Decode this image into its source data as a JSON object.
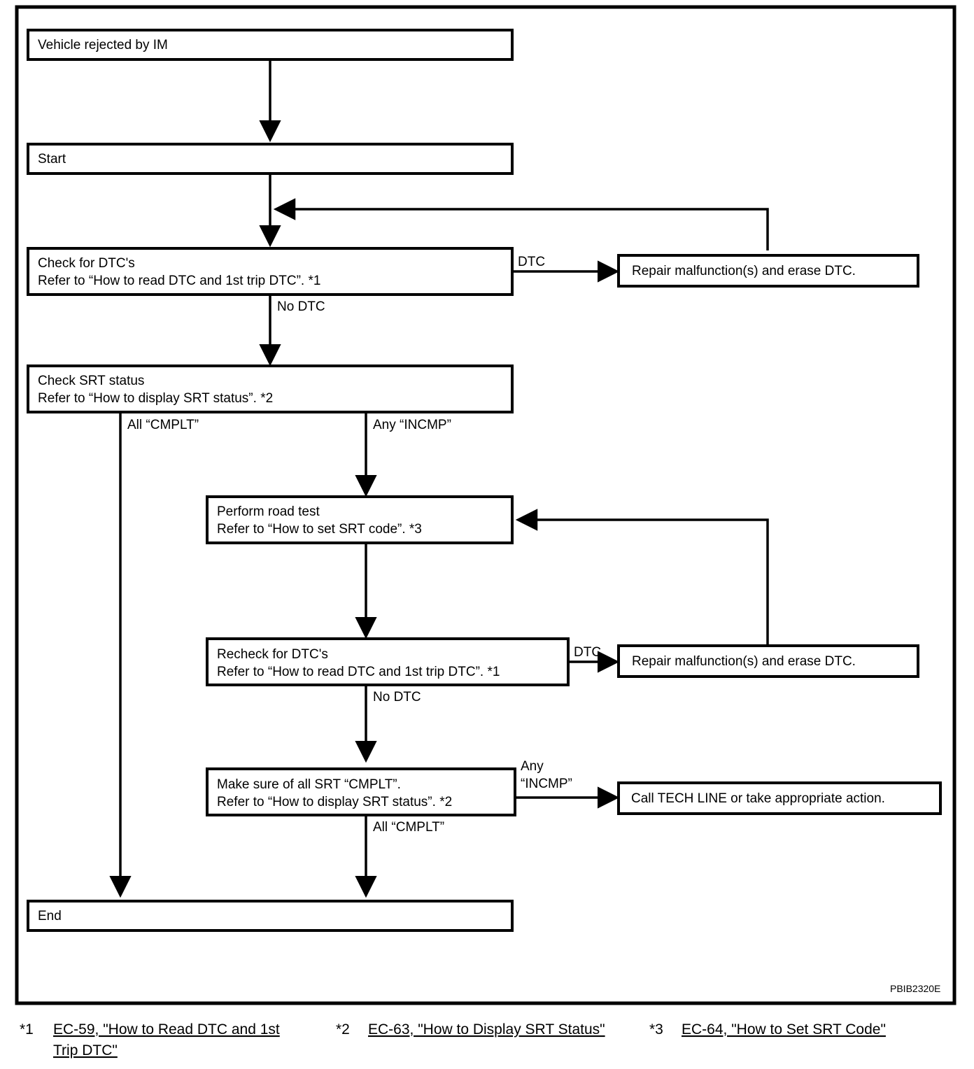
{
  "figure": {
    "code": "PBIB2320E",
    "type": "flowchart",
    "title": "Vehicle rejected by IM diagnostic flow"
  },
  "nodes": {
    "vehicle_rejected": {
      "lines": [
        "Vehicle rejected by IM"
      ]
    },
    "start": {
      "lines": [
        "Start"
      ]
    },
    "check_dtc": {
      "lines": [
        "Check for DTC's",
        "Refer to “How to read DTC and 1st trip DTC”. *1"
      ]
    },
    "repair_1": {
      "lines": [
        "Repair malfunction(s) and erase DTC."
      ]
    },
    "check_srt": {
      "lines": [
        "Check SRT status",
        "Refer to “How to display SRT status”. *2"
      ]
    },
    "road_test": {
      "lines": [
        "Perform road test",
        "Refer to “How to set SRT code”. *3"
      ]
    },
    "recheck_dtc": {
      "lines": [
        "Recheck for DTC's",
        "Refer to “How to read DTC and 1st trip DTC”. *1"
      ]
    },
    "repair_2": {
      "lines": [
        "Repair malfunction(s) and erase DTC."
      ]
    },
    "make_sure_srt": {
      "lines": [
        "Make sure of all SRT “CMPLT”.",
        "Refer to “How to display SRT status”. *2"
      ]
    },
    "tech_line": {
      "lines": [
        "Call TECH LINE or take appropriate action."
      ]
    },
    "end": {
      "lines": [
        "End"
      ]
    }
  },
  "edge_labels": {
    "dtc_1": "DTC",
    "no_dtc_1": "No DTC",
    "all_cmplt_1": "All “CMPLT”",
    "any_incmp_1": "Any “INCMP”",
    "dtc_2": "DTC",
    "no_dtc_2": "No DTC",
    "any_incmp_2_line1": "Any",
    "any_incmp_2_line2": "“INCMP”",
    "all_cmplt_2": "All “CMPLT”"
  },
  "footnotes": [
    {
      "mark": "*1",
      "text": "EC-59, \"How to Read DTC and 1st",
      "text2": "Trip DTC\""
    },
    {
      "mark": "*2",
      "text": "EC-63, \"How to Display SRT Status\"",
      "text2": ""
    },
    {
      "mark": "*3",
      "text": "EC-64, \"How to Set SRT Code\"",
      "text2": ""
    }
  ],
  "colors": {
    "stroke": "#000000",
    "fill": "#ffffff"
  }
}
